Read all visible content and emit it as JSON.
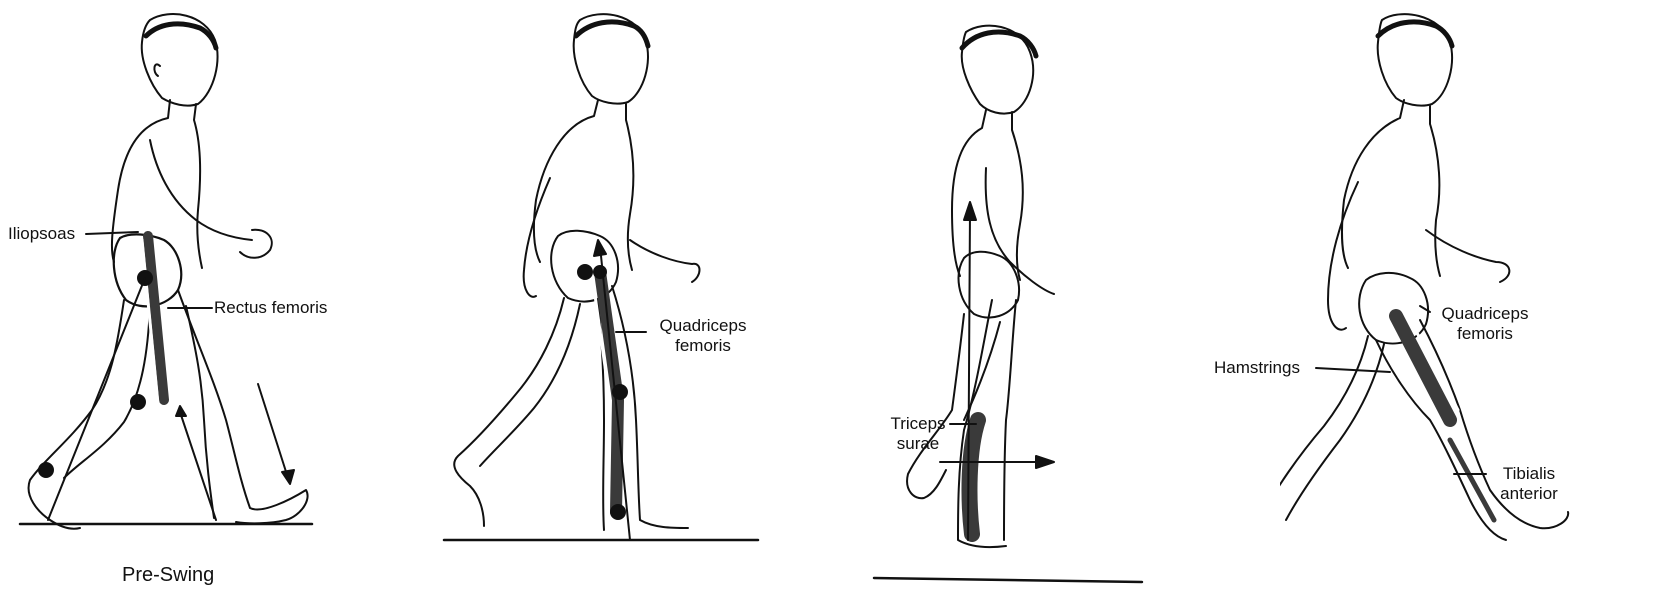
{
  "panels": [
    {
      "caption": "Pre-Swing",
      "labels": {
        "iliopsoas": "Iliopsoas",
        "rectus_femoris": "Rectus femoris"
      }
    },
    {
      "labels": {
        "quadriceps_line1": "Quadriceps",
        "quadriceps_line2": "femoris"
      }
    },
    {
      "labels": {
        "triceps_line1": "Triceps",
        "triceps_line2": "surae"
      }
    },
    {
      "labels": {
        "quadriceps_line1": "Quadriceps",
        "quadriceps_line2": "femoris",
        "hamstrings": "Hamstrings",
        "tibialis_line1": "Tibialis",
        "tibialis_line2": "anterior"
      }
    }
  ],
  "colors": {
    "ink": "#111111",
    "muscle": "#3a3a3a",
    "bone": "#ffffff",
    "background": "#ffffff"
  }
}
